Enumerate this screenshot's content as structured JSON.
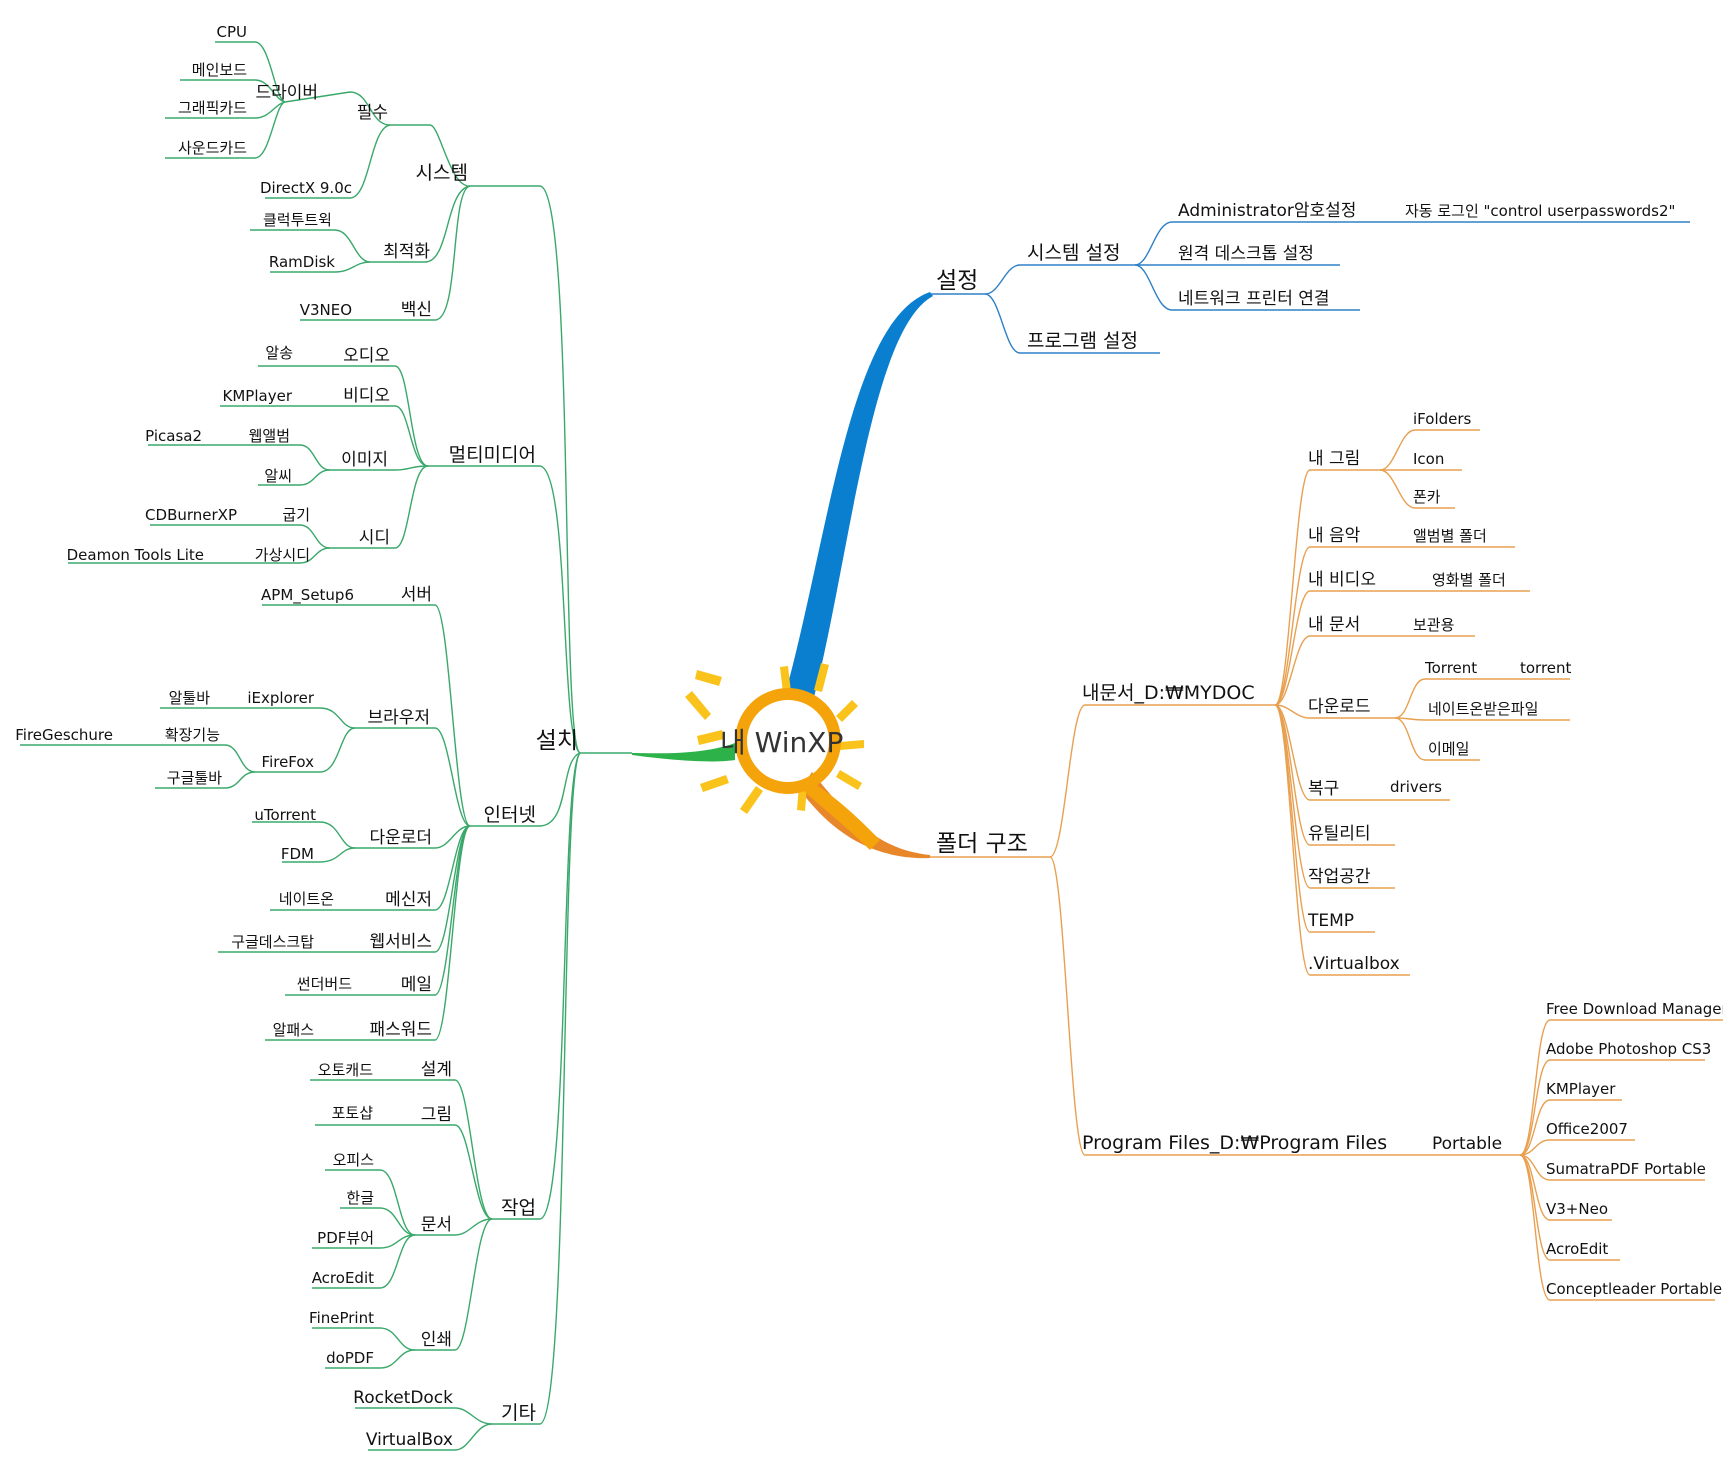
{
  "colors": {
    "install_branch": "#2db24a",
    "settings_branch": "#0a7fd0",
    "folder_branch": "#e8862a",
    "install_lines": "#3aa86a",
    "settings_lines": "#2f80c8",
    "folder_lines": "#e8a050",
    "sun_ring": "#f5a30a",
    "sun_rays": "#f9c31c"
  },
  "center": {
    "title": "내 WinXP",
    "icon": "sun-icon"
  },
  "install": {
    "label": "설치",
    "system": {
      "label": "시스템",
      "essential": {
        "label": "필수",
        "driver": {
          "label": "드라이버",
          "items": [
            "CPU",
            "메인보드",
            "그래픽카드",
            "사운드카드"
          ]
        },
        "directx": "DirectX 9.0c"
      },
      "optimize": {
        "label": "최적화",
        "items": [
          "클럭투트윅",
          "RamDisk"
        ]
      },
      "vaccine": {
        "label": "백신",
        "item": "V3NEO"
      }
    },
    "multimedia": {
      "label": "멀티미디어",
      "audio": {
        "label": "오디오",
        "item": "알송"
      },
      "video": {
        "label": "비디오",
        "item": "KMPlayer"
      },
      "image": {
        "label": "이미지",
        "webalbum": "웹앨범",
        "picasa": "Picasa2",
        "alssee": "알씨"
      },
      "cd": {
        "label": "시디",
        "burn": "굽기",
        "cdburner": "CDBurnerXP",
        "virtual": "가상시디",
        "deamon": "Deamon Tools Lite"
      }
    },
    "internet": {
      "label": "인터넷",
      "server": {
        "label": "서버",
        "item": "APM_Setup6"
      },
      "browser": {
        "label": "브라우저",
        "iexplorer": "iExplorer",
        "altoolbar": "알툴바",
        "firefox": "FireFox",
        "extensions": "확장기능",
        "firegeschure": "FireGeschure",
        "googlebar": "구글툴바"
      },
      "downloader": {
        "label": "다운로더",
        "items": [
          "uTorrent",
          "FDM"
        ]
      },
      "messenger": {
        "label": "메신저",
        "item": "네이트온"
      },
      "webservice": {
        "label": "웹서비스",
        "item": "구글데스크탑"
      },
      "mail": {
        "label": "메일",
        "item": "썬더버드"
      },
      "password": {
        "label": "패스워드",
        "item": "알패스"
      }
    },
    "work": {
      "label": "작업",
      "design": {
        "label": "설계",
        "item": "오토캐드"
      },
      "drawing": {
        "label": "그림",
        "item": "포토샵"
      },
      "document": {
        "label": "문서",
        "items": [
          "오피스",
          "한글",
          "PDF뷰어",
          "AcroEdit"
        ]
      },
      "print": {
        "label": "인쇄",
        "items": [
          "FinePrint",
          "doPDF"
        ]
      }
    },
    "etc": {
      "label": "기타",
      "items": [
        "RocketDock",
        "VirtualBox"
      ]
    }
  },
  "settings": {
    "label": "설정",
    "system": {
      "label": "시스템 설정",
      "admin": "Administrator암호설정",
      "autologin": "자동 로그인 \"control userpasswords2\"",
      "remote": "원격 데스크톱 설정",
      "printer": "네트워크 프린터 연결"
    },
    "program": {
      "label": "프로그램 설정"
    }
  },
  "folders": {
    "label": "폴더 구조",
    "mydoc": {
      "label": "내문서_D:₩MYDOC",
      "pictures": {
        "label": "내 그림",
        "items": [
          "iFolders",
          "Icon",
          "폰카"
        ]
      },
      "music": {
        "label": "내 음악",
        "item": "앨범별 폴더"
      },
      "videos": {
        "label": "내 비디오",
        "item": "영화별 폴더"
      },
      "docs": {
        "label": "내 문서",
        "item": "보관용"
      },
      "downloads": {
        "label": "다운로드",
        "torrent_parent": "Torrent",
        "torrent_child": "torrent",
        "nateon": "네이트온받은파일",
        "email": "이메일"
      },
      "recovery": {
        "label": "복구",
        "item": "drivers"
      },
      "utility": "유틸리티",
      "workspace": "작업공간",
      "temp": "TEMP",
      "virtualbox": ".Virtualbox"
    },
    "programfiles": {
      "label": "Program Files_D:₩Program Files",
      "portable": {
        "label": "Portable",
        "items": [
          "Free Download Manager",
          "Adobe Photoshop CS3",
          "KMPlayer",
          "Office2007",
          "SumatraPDF Portable",
          "V3+Neo",
          "AcroEdit",
          "Conceptleader Portable"
        ]
      }
    }
  }
}
